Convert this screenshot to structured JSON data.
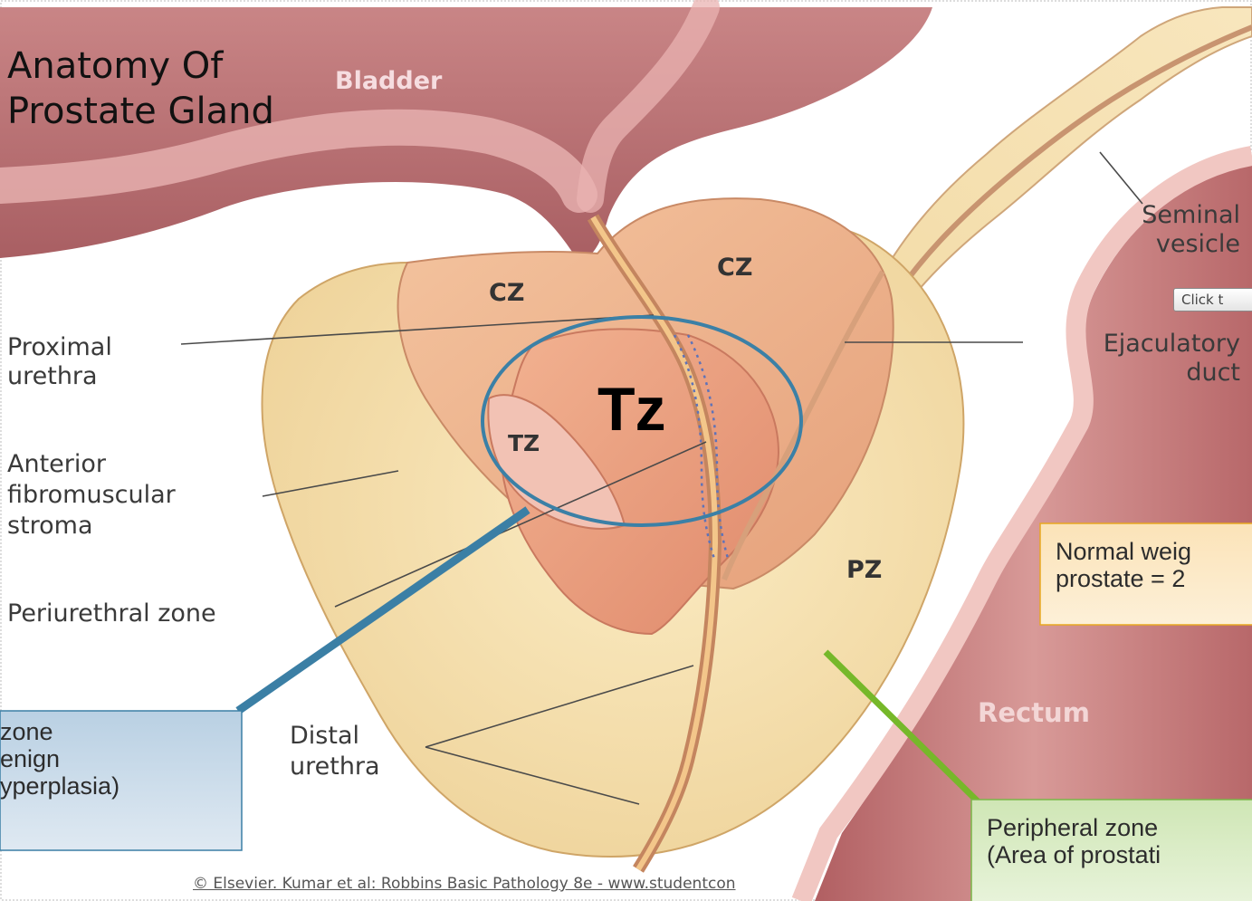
{
  "title": [
    "Anatomy Of",
    "Prostate Gland"
  ],
  "labels": {
    "bladder": "Bladder",
    "seminal_vesicle": [
      "Seminal",
      "vesicle"
    ],
    "cz_left": "CZ",
    "cz_right": "CZ",
    "tz_small": "TZ",
    "tz_big": "Tz",
    "pz": "PZ",
    "rectum": "Rectum",
    "proximal_urethra": [
      "Proximal",
      "urethra"
    ],
    "ejaculatory_duct": [
      "Ejaculatory",
      "duct"
    ],
    "anterior_stroma": [
      "Anterior",
      "fibromuscular",
      "stroma"
    ],
    "periurethral_zone": "Periurethral zone",
    "distal_urethra": [
      "Distal",
      "urethra"
    ]
  },
  "callouts": {
    "transition": [
      " zone",
      "enign",
      "yperplasia)"
    ],
    "peripheral": [
      "Peripheral zone",
      "(Area of prostati"
    ],
    "normal_weight": [
      "Normal weig",
      "prostate = 2"
    ]
  },
  "button_label": "Click t",
  "copyright": "© Elsevier. Kumar et al: Robbins Basic Pathology 8e - www.studentcon",
  "colors": {
    "bladder": "#b86e72",
    "gland": "#f5dfaa",
    "central_zone": "#ebab83",
    "transition_zone": "#e8907a",
    "highlight_circle": "#3b80a6",
    "callout_transition_border": "#3b7fa5",
    "callout_peripheral_border": "#7ab648",
    "callout_weight_border": "#e8a820",
    "pointer_green": "#76b82a"
  }
}
